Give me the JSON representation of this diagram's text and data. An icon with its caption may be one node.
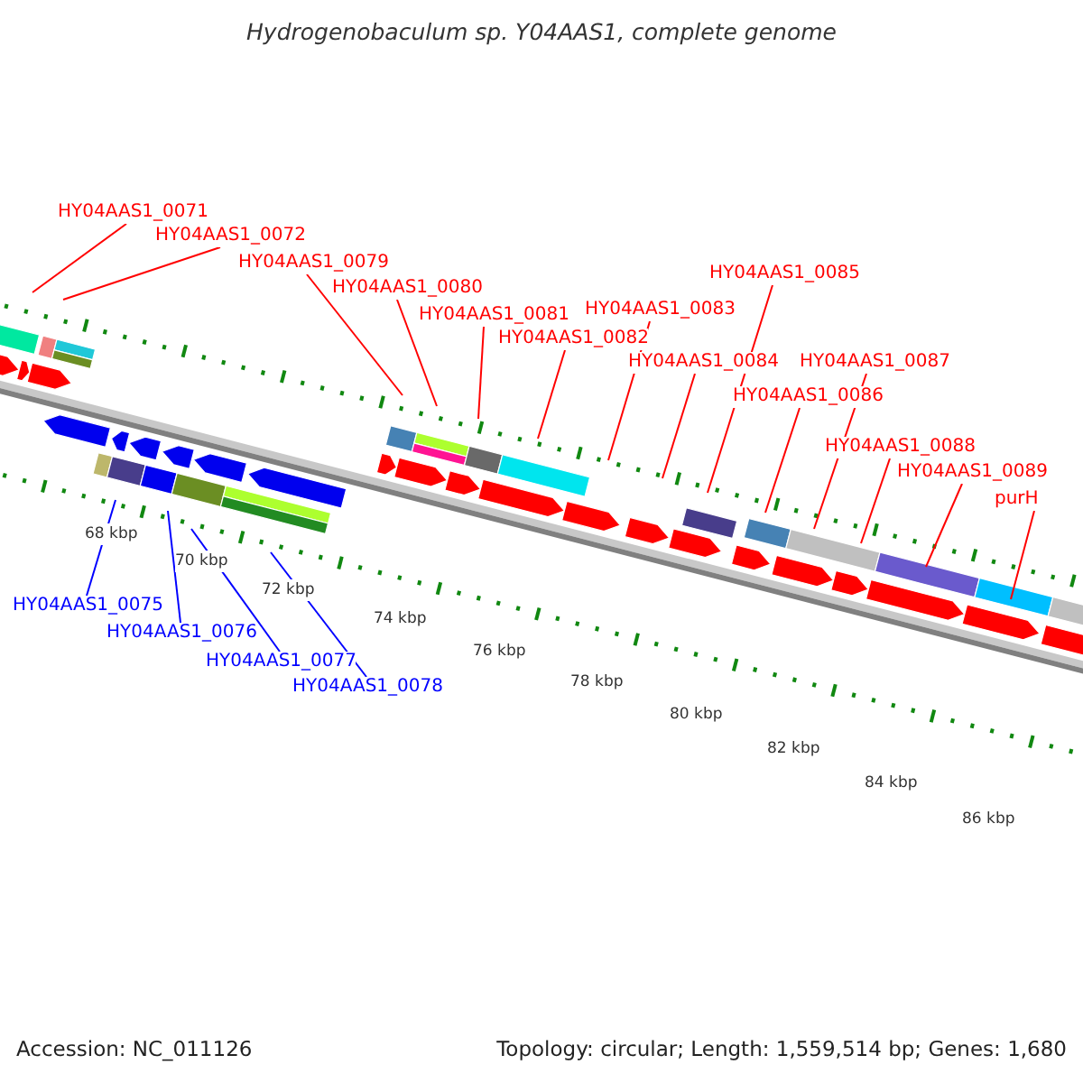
{
  "diagram": {
    "title": "Hydrogenobaculum sp. Y04AAS1, complete genome",
    "nodes": [
      {
        "text": [
          "HY04AAS1_0071"
        ]
      },
      {
        "text": [
          "HY04AAS1_0072"
        ]
      },
      {
        "text": [
          "HY04AAS1_0079"
        ]
      },
      {
        "text": [
          "HY04AAS1_0080"
        ]
      },
      {
        "text": [
          "HY04AAS1_0081"
        ]
      },
      {
        "text": [
          "HY04AAS1_0082"
        ]
      },
      {
        "text": [
          "HY04AAS1_0083"
        ]
      },
      {
        "text": [
          "HY04AAS1_0084"
        ]
      },
      {
        "text": [
          "HY04AAS1_0085"
        ]
      },
      {
        "text": [
          "HY04AAS1_0086"
        ]
      },
      {
        "text": [
          "HY04AAS1_0087"
        ]
      },
      {
        "text": [
          "HY04AAS1_0088"
        ]
      },
      {
        "text": [
          "HY04AAS1_0089"
        ]
      },
      {
        "text": [
          "purH"
        ]
      },
      {
        "text": [
          "HY04AAS1_0075"
        ]
      },
      {
        "text": [
          "HY04AAS1_0076"
        ]
      },
      {
        "text": [
          "HY04AAS1_0077"
        ]
      },
      {
        "text": [
          "HY04AAS1_0078"
        ]
      }
    ],
    "edges": [
      {
        "from": 0,
        "to": null,
        "arrow": "none"
      },
      {
        "from": 1,
        "to": null,
        "arrow": "none"
      },
      {
        "from": 2,
        "to": null,
        "arrow": "none"
      },
      {
        "from": 3,
        "to": null,
        "arrow": "none"
      },
      {
        "from": 4,
        "to": null,
        "arrow": "none"
      },
      {
        "from": 5,
        "to": null,
        "arrow": "none"
      },
      {
        "from": 6,
        "to": null,
        "arrow": "none"
      },
      {
        "from": 7,
        "to": null,
        "arrow": "none"
      },
      {
        "from": 8,
        "to": null,
        "arrow": "none"
      },
      {
        "from": 9,
        "to": null,
        "arrow": "none"
      },
      {
        "from": 10,
        "to": null,
        "arrow": "none"
      },
      {
        "from": 11,
        "to": null,
        "arrow": "none"
      },
      {
        "from": 12,
        "to": null,
        "arrow": "none"
      },
      {
        "from": 13,
        "to": null,
        "arrow": "none"
      },
      {
        "from": 14,
        "to": null,
        "arrow": "none",
        "color": "#0000ff"
      },
      {
        "from": 15,
        "to": null,
        "arrow": "none",
        "color": "#0000ff"
      },
      {
        "from": 16,
        "to": null,
        "arrow": "none",
        "color": "#0000ff"
      },
      {
        "from": 17,
        "to": null,
        "arrow": "none",
        "color": "#0000ff"
      }
    ],
    "labels": [
      "68 kbp",
      "70 kbp",
      "72 kbp",
      "74 kbp",
      "76 kbp",
      "78 kbp",
      "80 kbp",
      "82 kbp",
      "84 kbp",
      "86 kbp",
      "Accession: NC_011126",
      "Topology: circular; Length: 1,559,514 bp; Genes: 1,680"
    ]
  }
}
